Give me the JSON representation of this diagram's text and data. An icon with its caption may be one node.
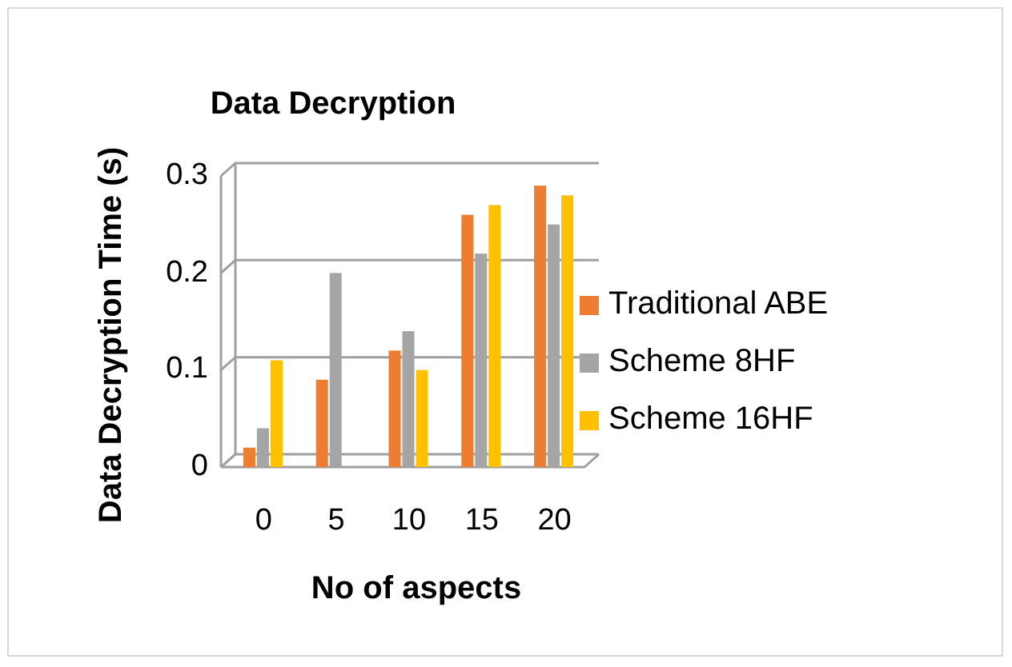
{
  "diagram": {
    "chart_data": {
      "type": "bar",
      "title": "Data Decryption",
      "xlabel": "No of aspects",
      "ylabel": "Data Decryption Time (s)",
      "categories": [
        "0",
        "5",
        "10",
        "15",
        "20"
      ],
      "series": [
        {
          "name": "Traditional ABE",
          "color": "#ed7d31",
          "values": [
            0.02,
            0.09,
            0.12,
            0.26,
            0.29
          ]
        },
        {
          "name": "Scheme 8HF",
          "color": "#a5a5a5",
          "values": [
            0.04,
            0.2,
            0.14,
            0.22,
            0.25
          ]
        },
        {
          "name": "Scheme 16HF",
          "color": "#ffc000",
          "values": [
            0.11,
            0,
            0.1,
            0.27,
            0.28
          ]
        }
      ],
      "legend": "right",
      "ylim": [
        0,
        0.3
      ],
      "yticks": [
        0,
        0.1,
        0.2,
        0.3
      ]
    }
  }
}
